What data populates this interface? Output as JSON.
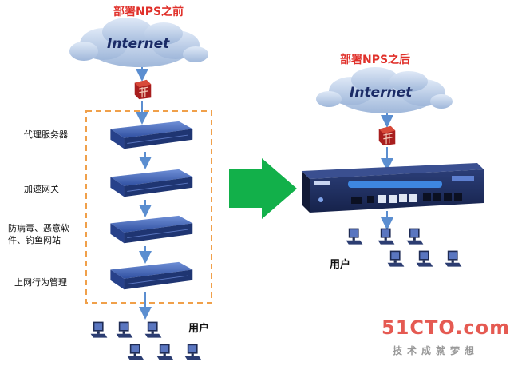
{
  "diagram": {
    "title_before": "部署NPS之前",
    "title_after": "部署NPS之后",
    "cloud_text": "Internet",
    "device_labels": [
      "代理服务器",
      "加速网关",
      "防病毒、恶意软件、钓鱼网站",
      "上网行为管理"
    ],
    "users_label": "用户",
    "watermark": {
      "main": "51CTO.com",
      "sub": "技术成就梦想"
    },
    "colors": {
      "title": "#e0302a",
      "arrow": "#5b8ed0",
      "big_arrow": "#12b04a",
      "dashed_box": "#f0a04a",
      "device": "#3556a8"
    },
    "icons": [
      "cloud-icon",
      "firewall-icon",
      "server-icon",
      "user-computer-icon",
      "nps-appliance-icon"
    ]
  }
}
